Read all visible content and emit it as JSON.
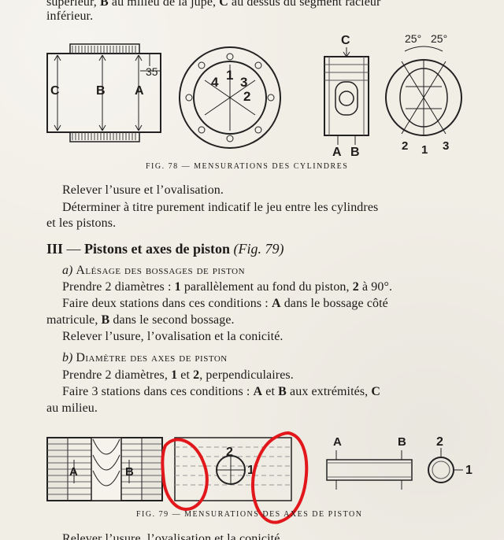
{
  "document": {
    "top_fragment_line_1_prefix": "supérieur, ",
    "top_fragment_line_1_b": "B",
    "top_fragment_line_1_middle": " au milieu de la jupe, ",
    "top_fragment_line_1_c": "C",
    "top_fragment_line_1_suffix": " au dessus du segment racleur",
    "top_fragment_line_2": "inférieur.",
    "fig78": {
      "labels": {
        "C": "C",
        "B": "B",
        "A": "A",
        "35": "35",
        "1": "1",
        "2": "2",
        "3": "3",
        "4": "4",
        "angle_left": "25°",
        "angle_right": "25°"
      },
      "caption": "FIG. 78 — MENSURATIONS DES CYLINDRES"
    },
    "paragraphs_after_fig78": [
      "Relever l’usure et l’ovalisation.",
      "Déterminer à titre purement indicatif le jeu entre les cylindres",
      "et les pistons."
    ],
    "section_III": {
      "number": "III",
      "dash": " — ",
      "title": "Pistons et axes de piston",
      "fig_ref": "(Fig. 79)"
    },
    "subsection_a": {
      "letter": "a)",
      "title": "Alésage des bossages de piston",
      "lines": [
        "Prendre 2 diamètres : ",
        "1",
        " parallèlement au fond du piston, ",
        "2",
        " à 90°."
      ],
      "line2_prefix": "Faire deux stations dans ces conditions : ",
      "line2_a": "A",
      "line2_suffix": " dans le bossage côté",
      "line3_prefix": "matricule, ",
      "line3_b": "B",
      "line3_suffix": " dans le second bossage.",
      "line4": "Relever l’usure, l’ovalisation et la conicité."
    },
    "subsection_b": {
      "letter": "b)",
      "title": "Diamètre des axes de piston",
      "line1_prefix": "Prendre 2 diamètres, ",
      "line1_1": "1",
      "line1_middle": " et ",
      "line1_2": "2",
      "line1_suffix": ", perpendiculaires.",
      "line2_prefix": "Faire 3 stations dans ces conditions : ",
      "line2_a": "A",
      "line2_middle": " et ",
      "line2_b": "B",
      "line2_suffix": " aux extrémités, ",
      "line2_c": "C",
      "line3": "au milieu."
    },
    "fig79": {
      "labels": {
        "A_left": "A",
        "B_left": "B",
        "2_center": "2",
        "1_center": "1",
        "A_right": "A",
        "B_right": "B",
        "2_right": "2",
        "1_right": "1"
      },
      "caption": "FIG. 79 — MENSURATIONS DES AXES DE PISTON"
    },
    "bottom_fragment": "Relever l’usure, l’ovalisation et la conicité."
  },
  "colors": {
    "paper": "#f1eee6",
    "ink": "#1d1b18",
    "red_markup": "#e2171c"
  }
}
